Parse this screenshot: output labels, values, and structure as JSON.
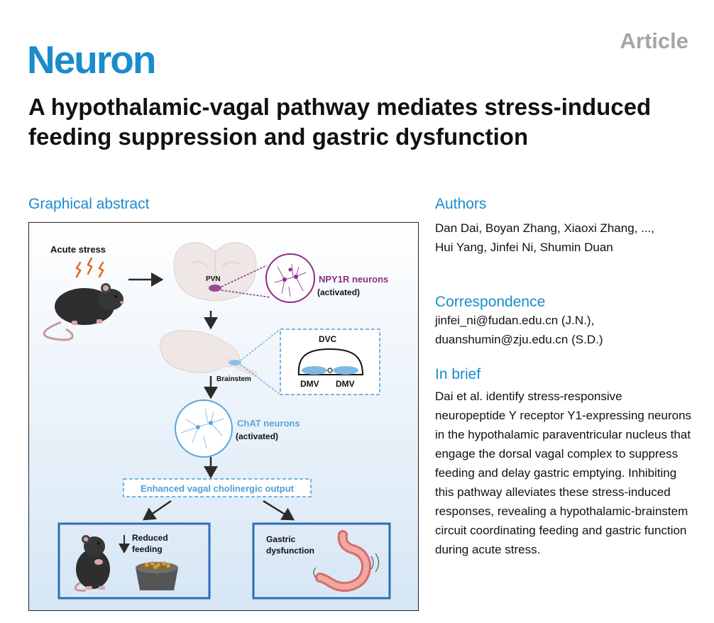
{
  "header": {
    "journal": "Neuron",
    "type": "Article"
  },
  "title": "A hypothalamic-vagal pathway mediates stress-induced feeding suppression and gastric dysfunction",
  "graphical_abstract": {
    "heading": "Graphical abstract",
    "labels": {
      "acute_stress": "Acute stress",
      "pvn": "PVN",
      "npy1r": "NPY1R neurons",
      "activated_1": "(activated)",
      "brainstem": "Brainstem",
      "dvc": "DVC",
      "dmv_left": "DMV",
      "dmv_right": "DMV",
      "chat": "ChAT neurons",
      "activated_2": "(activated)",
      "vagal": "Enhanced vagal cholinergic output",
      "reduced_1": "Reduced",
      "reduced_2": "feeding",
      "gastric_1": "Gastric",
      "gastric_2": "dysfunction"
    }
  },
  "authors": {
    "heading": "Authors",
    "text": "Dan Dai, Boyan Zhang, Xiaoxi Zhang, ..., Hui Yang, Jinfei Ni, Shumin Duan"
  },
  "correspondence": {
    "heading": "Correspondence",
    "email1": "jinfei_ni@fudan.edu.cn (J.N.),",
    "email2": "duanshumin@zju.edu.cn (S.D.)"
  },
  "in_brief": {
    "heading": "In brief",
    "text": "Dai et al. identify stress-responsive neuropeptide Y receptor Y1-expressing neurons in the hypothalamic paraventricular nucleus that engage the dorsal vagal complex to suppress feeding and delay gastric emptying. Inhibiting this pathway alleviates these stress-induced responses, revealing a hypothalamic-brainstem circuit coordinating feeding and gastric function during acute stress."
  },
  "colors": {
    "accent": "#1a8ccb",
    "purple": "#8b2d86",
    "blue": "#2f6db5",
    "chat": "#5aa5d8"
  }
}
